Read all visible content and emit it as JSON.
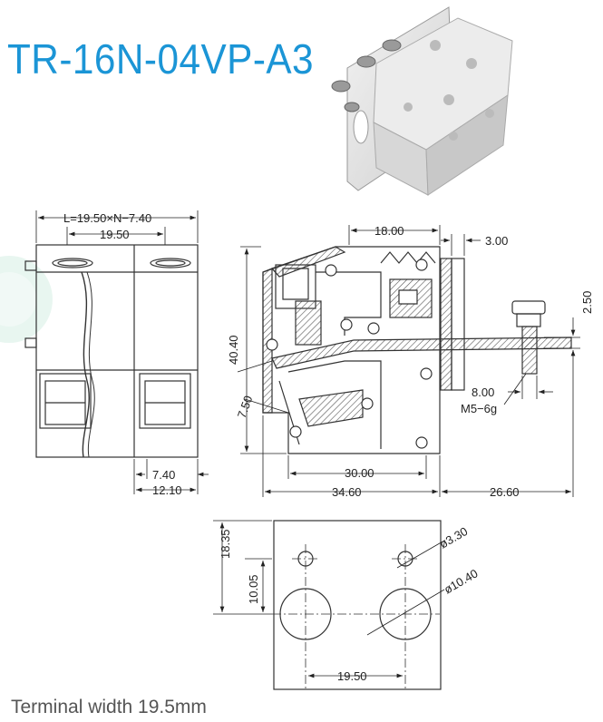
{
  "title": "TR-16N-04VP-A3",
  "footer": "Terminal width 19.5mm",
  "colors": {
    "title": "#1b95d6",
    "line": "#333333",
    "hatch": "#666666"
  },
  "front_view": {
    "dim_total": "L=19.50×N−7.40",
    "dim_pitch": "19.50",
    "dim_a": "7.40",
    "dim_b": "12.10"
  },
  "side_view": {
    "dim_top": "18.00",
    "dim_offset": "3.00",
    "dim_plate": "2.50",
    "dim_height": "40.40",
    "dim_angle": "7.50",
    "dim_screw": "8.00",
    "thread": "M5−6g",
    "dim_base": "30.00",
    "dim_depth": "34.60",
    "dim_ext": "26.60"
  },
  "panel_cutout": {
    "dim_v1": "18.35",
    "dim_v2": "10.05",
    "small_hole": "ø3.30",
    "large_hole": "ø10.40",
    "dim_pitch": "19.50"
  }
}
